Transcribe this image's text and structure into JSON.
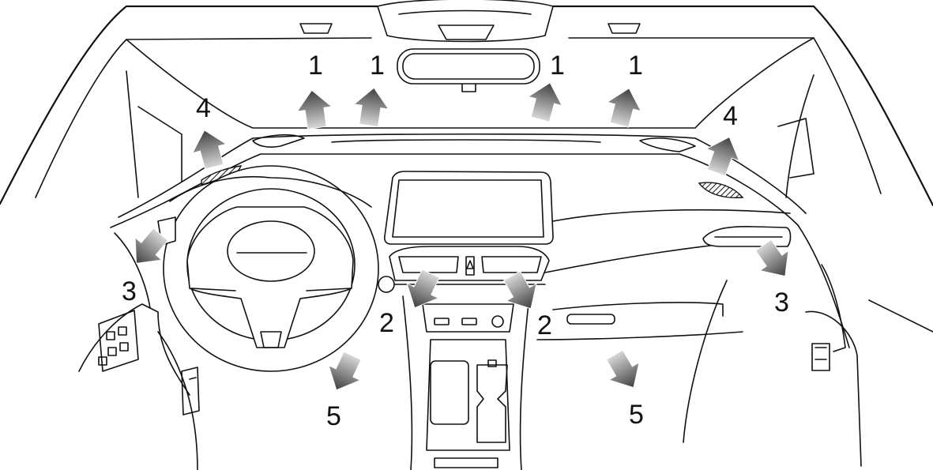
{
  "diagram": {
    "labels": [
      {
        "id": "windshield-vent-1a",
        "text": "1"
      },
      {
        "id": "windshield-vent-1b",
        "text": "1"
      },
      {
        "id": "windshield-vent-1c",
        "text": "1"
      },
      {
        "id": "windshield-vent-1d",
        "text": "1"
      },
      {
        "id": "center-vent-2-left",
        "text": "2"
      },
      {
        "id": "center-vent-2-right",
        "text": "2"
      },
      {
        "id": "side-vent-3-left",
        "text": "3"
      },
      {
        "id": "side-vent-3-right",
        "text": "3"
      },
      {
        "id": "side-window-vent-4-left",
        "text": "4"
      },
      {
        "id": "side-window-vent-4-right",
        "text": "4"
      },
      {
        "id": "footwell-vent-5-left",
        "text": "5"
      },
      {
        "id": "footwell-vent-5-right",
        "text": "5"
      }
    ],
    "colors": {
      "line": "#111111",
      "arrow_dark": "#3f3f3f",
      "arrow_light": "#d8d8d8",
      "background": "#ffffff"
    }
  }
}
